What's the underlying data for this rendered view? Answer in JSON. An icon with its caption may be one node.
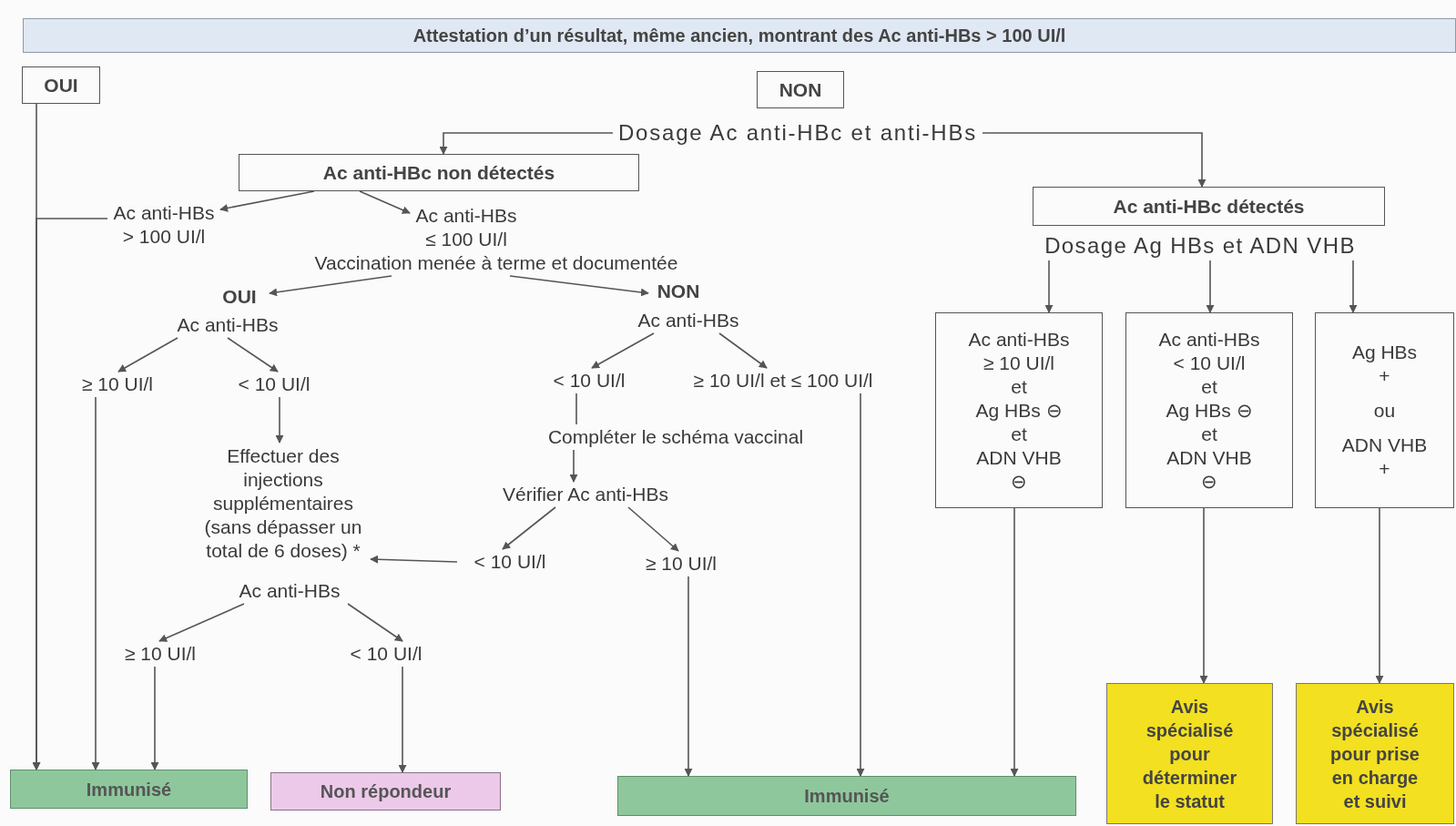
{
  "diagram": {
    "nodes": [
      {
        "text": [
          "Attestation d’un résultat, même ancien, montrant des Ac anti-HBs > 100 UI/l"
        ]
      },
      {
        "text": [
          "OUI"
        ]
      },
      {
        "text": [
          "NON"
        ]
      },
      {
        "text": [
          "Dosage Ac anti-HBc et anti-HBs"
        ]
      },
      {
        "text": [
          "Ac anti-HBc non détectés"
        ]
      },
      {
        "text": [
          "Ac anti-HBs > 100 UI/l"
        ]
      },
      {
        "text": [
          "Ac anti-HBs ≤ 100 UI/l"
        ]
      },
      {
        "text": [
          "Vaccination menée à terme et documentée"
        ]
      },
      {
        "text": [
          "OUI"
        ]
      },
      {
        "text": [
          "Ac anti-HBs"
        ]
      },
      {
        "text": [
          "≥ 10 UI/l"
        ]
      },
      {
        "text": [
          "< 10 UI/l"
        ]
      },
      {
        "text": [
          "Effectuer des injections supplémentaires (sans dépasser un total de 6 doses) *"
        ]
      },
      {
        "text": [
          "Ac anti-HBs"
        ]
      },
      {
        "text": [
          "≥ 10 UI/l"
        ]
      },
      {
        "text": [
          "< 10 UI/l"
        ]
      },
      {
        "text": [
          "NON"
        ]
      },
      {
        "text": [
          "Ac anti-HBs"
        ]
      },
      {
        "text": [
          "< 10 UI/l"
        ]
      },
      {
        "text": [
          "≥ 10 UI/l et ≤ 100 UI/l"
        ]
      },
      {
        "text": [
          "Compléter le schéma vaccinal"
        ]
      },
      {
        "text": [
          "Vérifier Ac anti-HBs"
        ]
      },
      {
        "text": [
          "< 10 UI/l"
        ]
      },
      {
        "text": [
          "≥ 10 UI/l"
        ]
      },
      {
        "text": [
          "Ac anti-HBc détectés"
        ]
      },
      {
        "text": [
          "Dosage Ag HBs et ADN VHB"
        ]
      },
      {
        "text": [
          "Ac anti-HBs ≥ 10 UI/l",
          "et",
          "Ag HBs ⊖",
          "et",
          "ADN VHB ⊖"
        ]
      },
      {
        "text": [
          "Ac anti-HBs < 10 UI/l",
          "et",
          "Ag HBs ⊖",
          "et",
          "ADN VHB ⊖"
        ]
      },
      {
        "text": [
          "Ag HBs +",
          "ou",
          "ADN VHB +"
        ]
      },
      {
        "text": [
          "Immunisé"
        ]
      },
      {
        "text": [
          "Non répondeur"
        ]
      },
      {
        "text": [
          "Immunisé"
        ]
      },
      {
        "text": [
          "Avis spécialisé pour déterminer le statut"
        ]
      },
      {
        "text": [
          "Avis spécialisé pour prise en charge et suivi"
        ]
      }
    ],
    "edges": [
      {
        "from": 1,
        "to": 29,
        "arrow": "to"
      },
      {
        "from": 3,
        "to": 4,
        "arrow": "to"
      },
      {
        "from": 3,
        "to": 24,
        "arrow": "to"
      },
      {
        "from": 4,
        "to": 5,
        "arrow": "to"
      },
      {
        "from": 4,
        "to": 6,
        "arrow": "to"
      },
      {
        "from": 5,
        "to": 29,
        "arrow": "to"
      },
      {
        "from": 7,
        "to": 8,
        "arrow": "to"
      },
      {
        "from": 7,
        "to": 16,
        "arrow": "to"
      },
      {
        "from": 9,
        "to": 10,
        "arrow": "to"
      },
      {
        "from": 9,
        "to": 11,
        "arrow": "to"
      },
      {
        "from": 10,
        "to": 29,
        "arrow": "to"
      },
      {
        "from": 11,
        "to": 12,
        "arrow": "to"
      },
      {
        "from": 13,
        "to": 14,
        "arrow": "to"
      },
      {
        "from": 13,
        "to": 15,
        "arrow": "to"
      },
      {
        "from": 14,
        "to": 29,
        "arrow": "to"
      },
      {
        "from": 15,
        "to": 30,
        "arrow": "to"
      },
      {
        "from": 17,
        "to": 18,
        "arrow": "to"
      },
      {
        "from": 17,
        "to": 19,
        "arrow": "to"
      },
      {
        "from": 18,
        "to": 20,
        "arrow": "none"
      },
      {
        "from": 19,
        "to": 31,
        "arrow": "to"
      },
      {
        "from": 20,
        "to": 21,
        "arrow": "to"
      },
      {
        "from": 21,
        "to": 22,
        "arrow": "to"
      },
      {
        "from": 21,
        "to": 23,
        "arrow": "to"
      },
      {
        "from": 22,
        "to": 12,
        "arrow": "to"
      },
      {
        "from": 23,
        "to": 31,
        "arrow": "to"
      },
      {
        "from": 25,
        "to": 26,
        "arrow": "to"
      },
      {
        "from": 25,
        "to": 27,
        "arrow": "to"
      },
      {
        "from": 25,
        "to": 28,
        "arrow": "to"
      },
      {
        "from": 26,
        "to": 31,
        "arrow": "to"
      },
      {
        "from": 27,
        "to": 32,
        "arrow": "to"
      },
      {
        "from": 28,
        "to": 33,
        "arrow": "to"
      }
    ]
  }
}
